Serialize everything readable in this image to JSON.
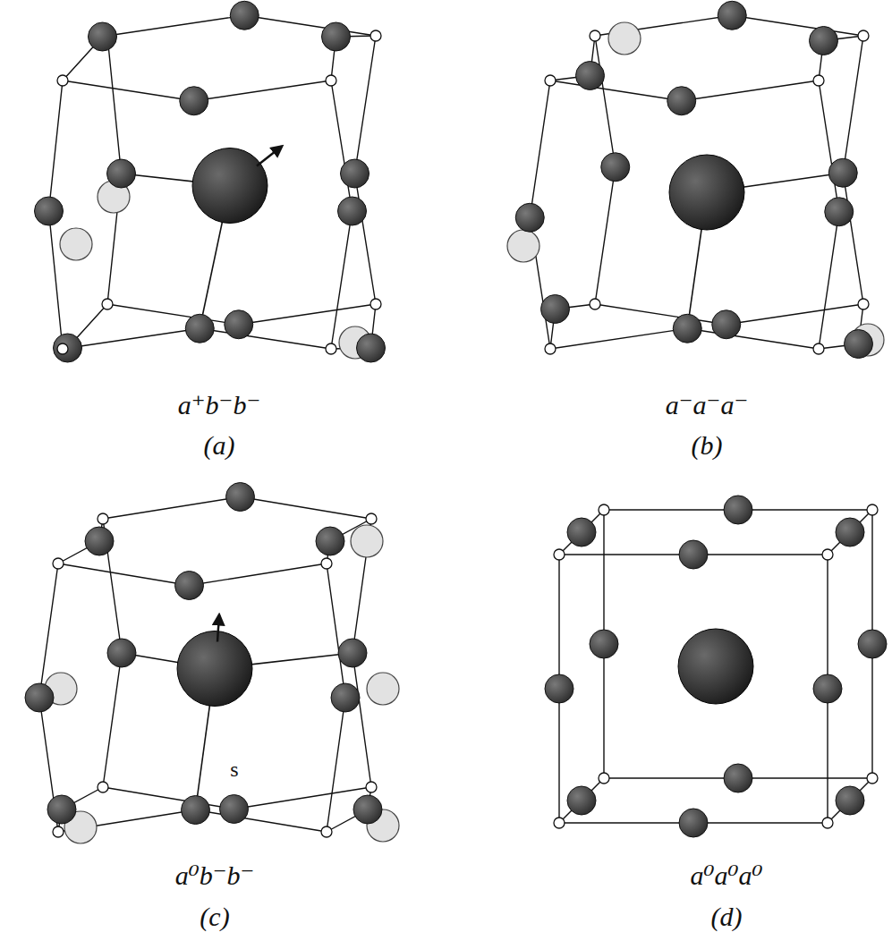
{
  "diagram": {
    "labels": [
      "a⁺b⁻b⁻",
      "(a)",
      "a⁻a⁻a⁻",
      "(b)",
      "a⁰b⁻b⁻",
      "(c)",
      "a⁰a⁰a⁰",
      "(d)",
      "s"
    ]
  }
}
